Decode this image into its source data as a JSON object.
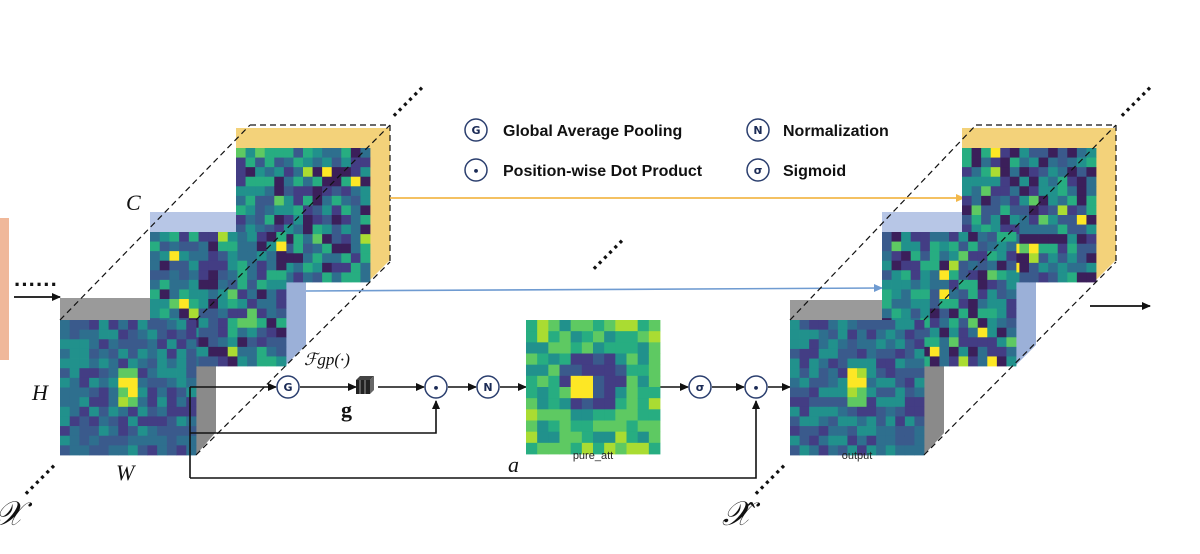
{
  "legend": {
    "items": [
      {
        "symbol": "G",
        "label": "Global Average Pooling"
      },
      {
        "symbol": "•",
        "label": "Position-wise Dot Product"
      },
      {
        "symbol": "N",
        "label": "Normalization"
      },
      {
        "symbol": "σ",
        "label": "Sigmoid"
      }
    ]
  },
  "operators": {
    "pool": "G",
    "dot": "•",
    "norm": "N",
    "sigmoid": "σ"
  },
  "labels": {
    "channel": "C",
    "height": "H",
    "width": "W",
    "input": "𝒳",
    "output": "𝒳̂",
    "function": "ℱgp(·)",
    "vector": "g",
    "attention": "a",
    "pure_att": "pure_att",
    "output_map": "output",
    "ellipsis": "······"
  },
  "colors": {
    "orange_flow": "#f2b84b",
    "blue_flow": "#6f9bd1",
    "side_yellow": "#f3d27a",
    "side_blue": "#9bb0d8",
    "side_gray": "#8a8a8a",
    "input_block": "#f0b89a"
  }
}
